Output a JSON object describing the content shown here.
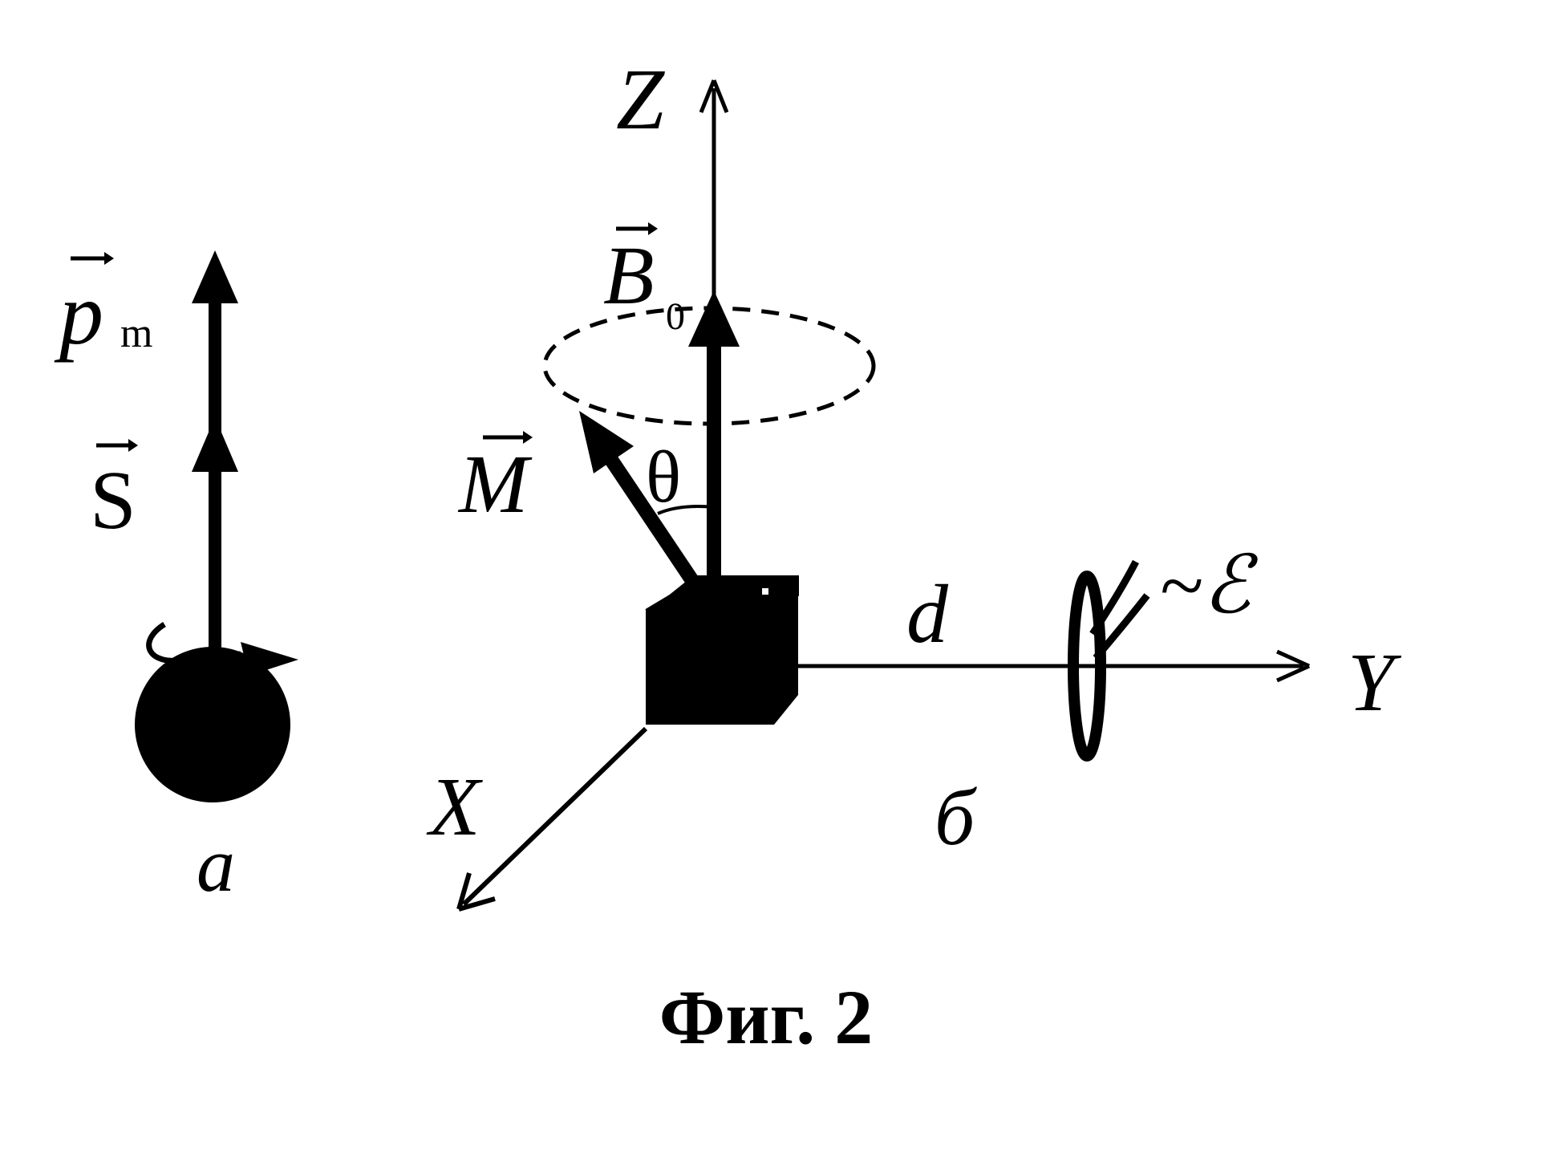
{
  "figure": {
    "caption": "Фиг. 2",
    "panel_a": {
      "label": "a",
      "vector_p": "p",
      "vector_p_sub": "m",
      "vector_s": "S"
    },
    "panel_b": {
      "label": "б",
      "axis_z": "Z",
      "axis_y": "Y",
      "axis_x": "X",
      "field_b": "B",
      "field_b_sub": "0",
      "magnetization": "M",
      "angle": "θ",
      "distance": "d",
      "emf": "~ℰ"
    }
  },
  "colors": {
    "ink": "#000000",
    "background": "#ffffff"
  }
}
